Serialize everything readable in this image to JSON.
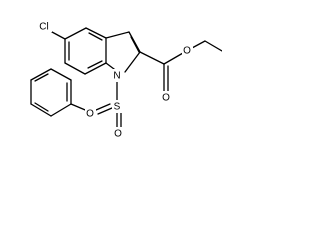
{
  "molecule": {
    "atoms": {
      "cl": "Cl",
      "n": "N",
      "s": "S",
      "o_sulfonyl_left": "O",
      "o_sulfonyl_right": "O",
      "o_carbonyl": "O",
      "o_ester": "O"
    }
  }
}
